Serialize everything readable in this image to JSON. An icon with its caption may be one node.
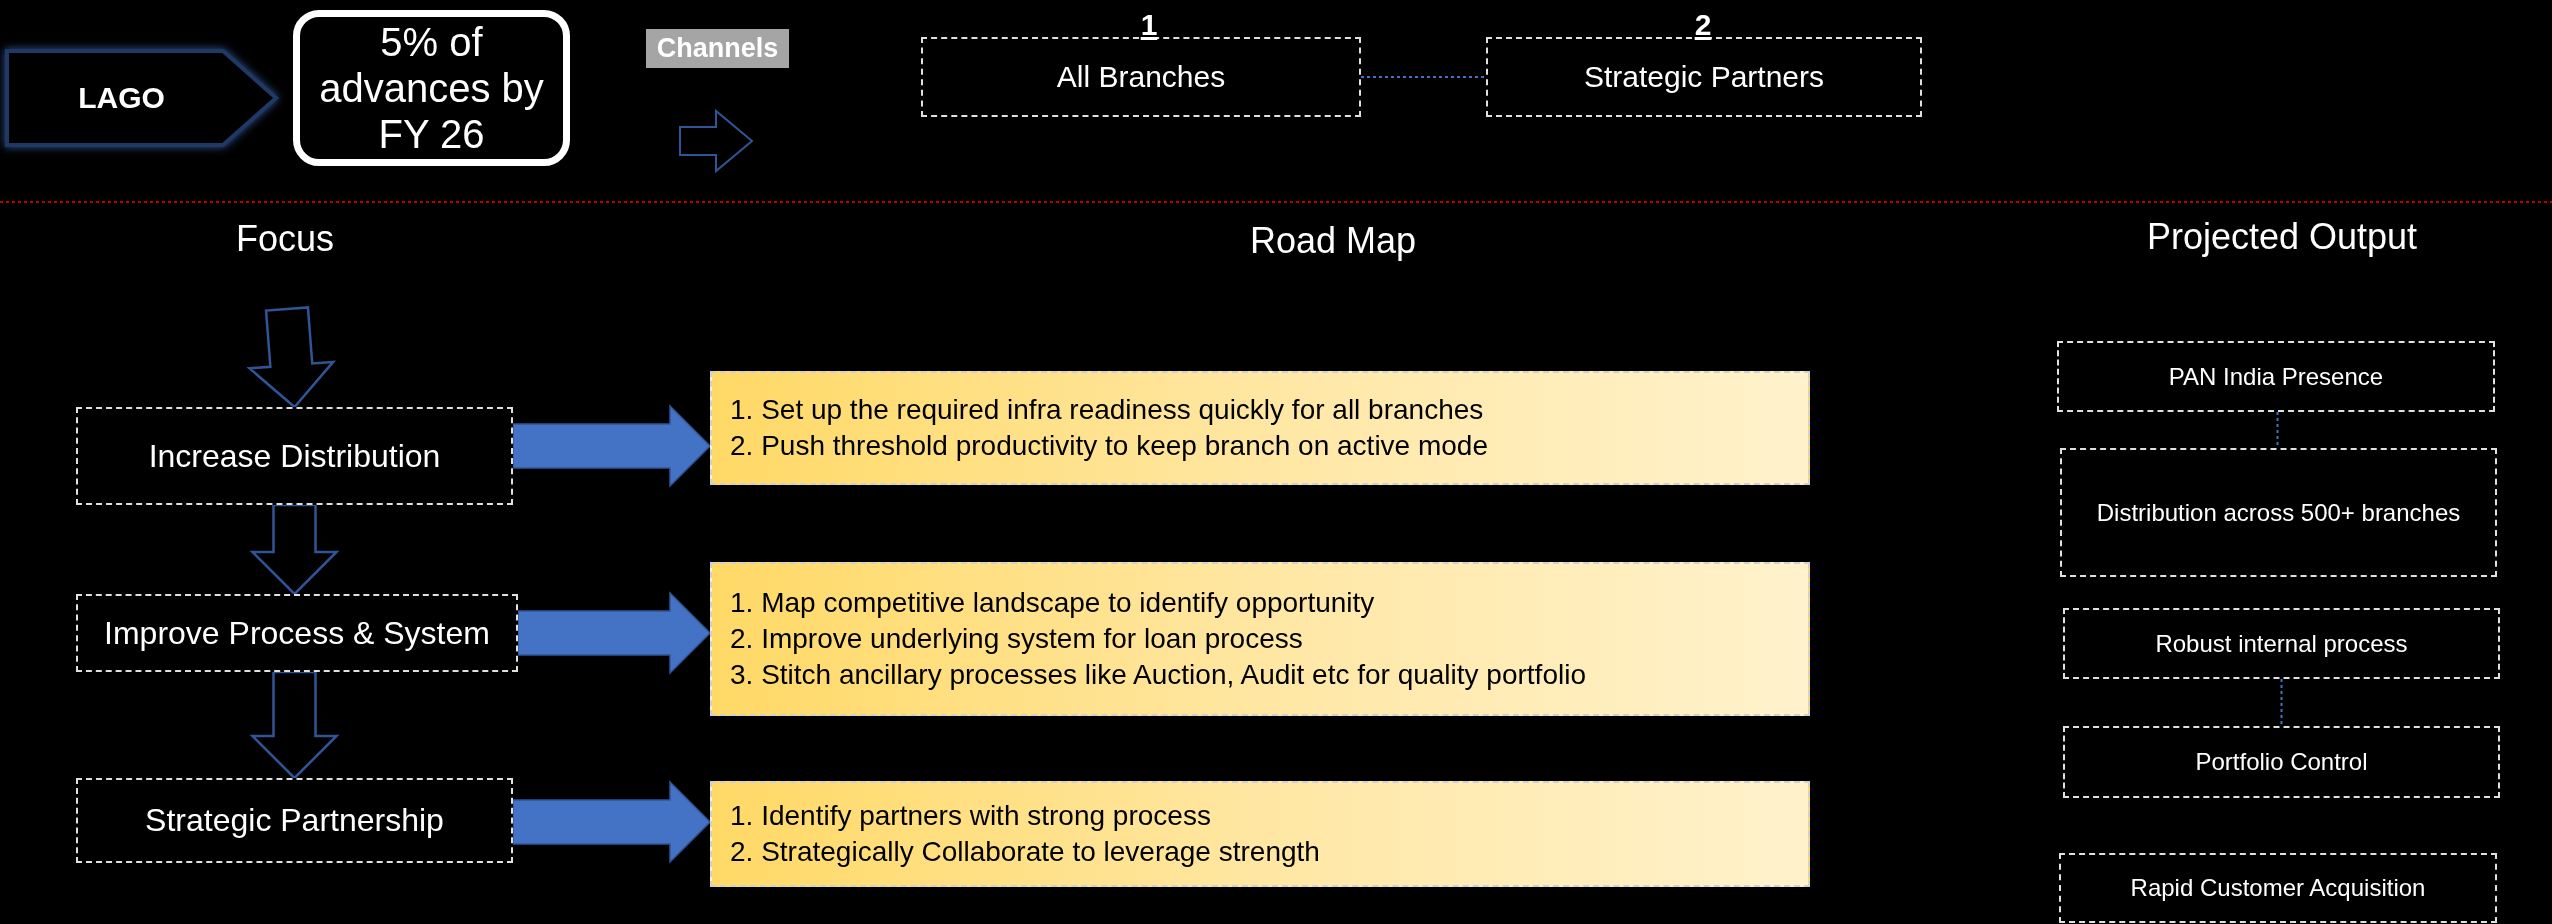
{
  "diagram": {
    "nodes": [
      {
        "text": [
          "LAGO"
        ]
      },
      {
        "text": [
          "5% of advances by FY 26"
        ]
      },
      {
        "text": [
          "Channels"
        ]
      },
      {
        "text": [
          "All Branches"
        ]
      },
      {
        "text": [
          "Strategic Partners"
        ]
      },
      {
        "text": [
          "Increase Distribution"
        ]
      },
      {
        "text": [
          "1. Set up the required infra readiness quickly for all branches",
          "2. Push threshold productivity to keep branch on active mode"
        ]
      },
      {
        "text": [
          "Improve Process & System"
        ]
      },
      {
        "text": [
          "1. Map competitive landscape to identify opportunity",
          "2. Improve underlying system for loan process",
          "3. Stitch ancillary processes like Auction, Audit etc for quality portfolio"
        ]
      },
      {
        "text": [
          "Strategic Partnership"
        ]
      },
      {
        "text": [
          "1. Identify partners with strong process",
          "2. Strategically Collaborate to leverage strength"
        ]
      },
      {
        "text": [
          "PAN India Presence"
        ]
      },
      {
        "text": [
          "Distribution across 500+ branches"
        ]
      },
      {
        "text": [
          "Robust internal process"
        ]
      },
      {
        "text": [
          "Portfolio Control"
        ]
      },
      {
        "text": [
          "Rapid Customer Acquisition"
        ]
      }
    ],
    "edges": [
      {
        "from": 3,
        "to": 4,
        "arrow": "none",
        "style": "dashed"
      },
      {
        "from": null,
        "to": 5,
        "arrow": "to",
        "color": "#2f5597"
      },
      {
        "from": 5,
        "to": 7,
        "arrow": "to",
        "color": "#2f5597"
      },
      {
        "from": 7,
        "to": 9,
        "arrow": "to",
        "color": "#2f5597"
      },
      {
        "from": 5,
        "to": 6,
        "arrow": "to"
      },
      {
        "from": 7,
        "to": 8,
        "arrow": "to"
      },
      {
        "from": 9,
        "to": 10,
        "arrow": "to"
      },
      {
        "from": 11,
        "to": 12,
        "arrow": "none",
        "style": "dashed"
      },
      {
        "from": 13,
        "to": 14,
        "arrow": "none",
        "style": "dashed"
      }
    ],
    "labels": [
      "1",
      "2",
      "Focus",
      "Road Map",
      "Projected Output"
    ]
  }
}
